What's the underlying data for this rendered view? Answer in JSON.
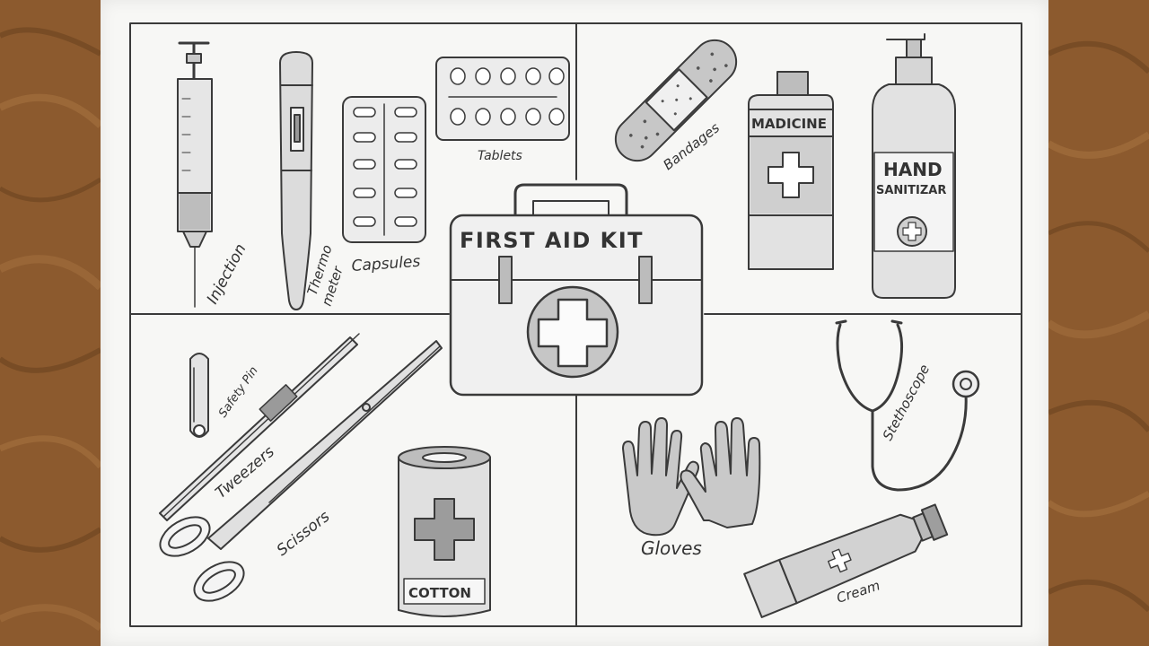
{
  "labels": {
    "injection": "Injection",
    "thermo_1": "Thermo",
    "thermo_2": "meter",
    "capsules": "Capsules",
    "tablets": "Tablets",
    "bandages": "Bandages",
    "medicine": "MADICINE",
    "hand": "HAND",
    "sanitizer": "SANITIZAR",
    "first_aid_kit": "FIRST AID KIT",
    "safety_pin": "Safety Pin",
    "tweezers": "Tweezers",
    "scissors": "Scissors",
    "cotton": "COTTON",
    "gloves": "Gloves",
    "stethoscope": "Stethoscope",
    "cream": "Cream"
  },
  "colors": {
    "paper": "#f7f7f5",
    "pencil": "#3a3a3a",
    "shade": "#b8b8b8",
    "wood": "#8a5a30"
  },
  "icons": {
    "syringe": "syringe-icon",
    "thermometer": "thermometer-icon",
    "capsule_strip": "capsule-strip-icon",
    "tablet_strip": "tablet-strip-icon",
    "bandage": "bandage-icon",
    "medicine_bottle": "medicine-bottle-icon",
    "sanitizer_bottle": "sanitizer-bottle-icon",
    "first_aid_box": "first-aid-box-icon",
    "safety_pin": "safety-pin-icon",
    "tweezers": "tweezers-icon",
    "scissors": "scissors-icon",
    "cotton_roll": "cotton-roll-icon",
    "gloves": "gloves-icon",
    "stethoscope": "stethoscope-icon",
    "cream_tube": "cream-tube-icon"
  }
}
